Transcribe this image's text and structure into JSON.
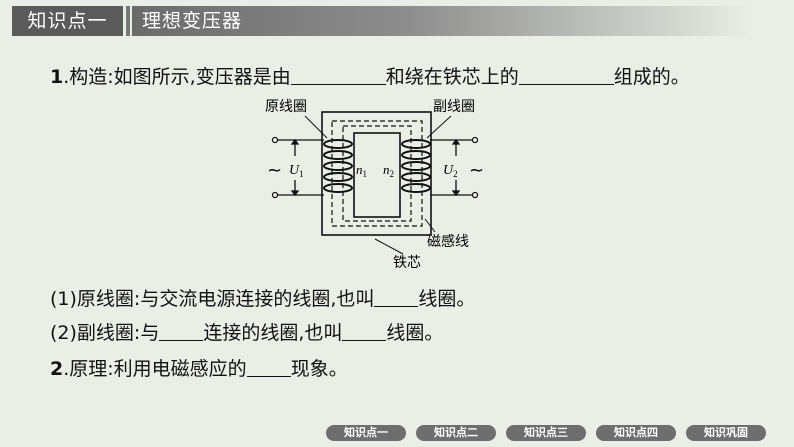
{
  "header": {
    "section_tab": "知识点一",
    "title": "理想变压器"
  },
  "items": {
    "i1_num": "1",
    "i1_pre": ".构造:如图所示,变压器是由",
    "i1_mid": "和绕在铁芯上的",
    "i1_post": "组成的。",
    "s1_pre": "(1)原线圈:与交流电源连接的线圈,也叫",
    "s1_post": "线圈。",
    "s2_pre": "(2)副线圈:与",
    "s2_mid": "连接的线圈,也叫",
    "s2_post": "线圈。",
    "i2_num": "2",
    "i2_pre": ".原理:利用电磁感应的",
    "i2_post": "现象。"
  },
  "diagram": {
    "label_primary": "原线圈",
    "label_secondary": "副线圈",
    "label_flux": "磁感线",
    "label_core": "铁芯",
    "u1": "U",
    "u1_sub": "1",
    "u2": "U",
    "u2_sub": "2",
    "n1": "n",
    "n1_sub": "1",
    "n2": "n",
    "n2_sub": "2",
    "tilde": "~"
  },
  "nav": [
    "知识点一",
    "知识点二",
    "知识点三",
    "知识点四",
    "知识巩固"
  ]
}
